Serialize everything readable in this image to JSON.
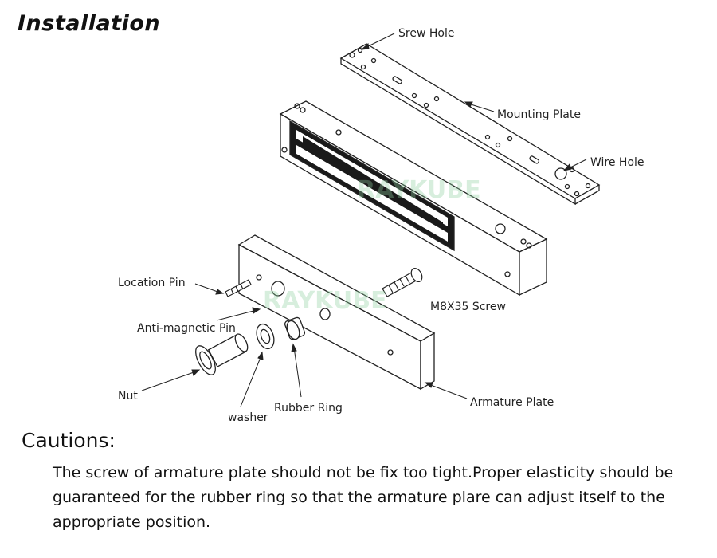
{
  "header": {
    "title": "Installation"
  },
  "diagram": {
    "watermark": "RAYKUBE",
    "labels": {
      "screw_hole": "Srew Hole",
      "mounting_plate": "Mounting Plate",
      "wire_hole": "Wire Hole",
      "location_pin": "Location Pin",
      "m8x35_screw": "M8X35 Screw",
      "anti_magnetic_pin": "Anti-magnetic Pin",
      "nut": "Nut",
      "washer": "washer",
      "rubber_ring": "Rubber Ring",
      "armature_plate": "Armature Plate"
    }
  },
  "cautions": {
    "title": "Cautions:",
    "text": "The screw of armature plate should not be fix too tight.Proper elasticity should be guaranteed for the rubber ring so that the armature plare can adjust itself to the appropriate position."
  }
}
